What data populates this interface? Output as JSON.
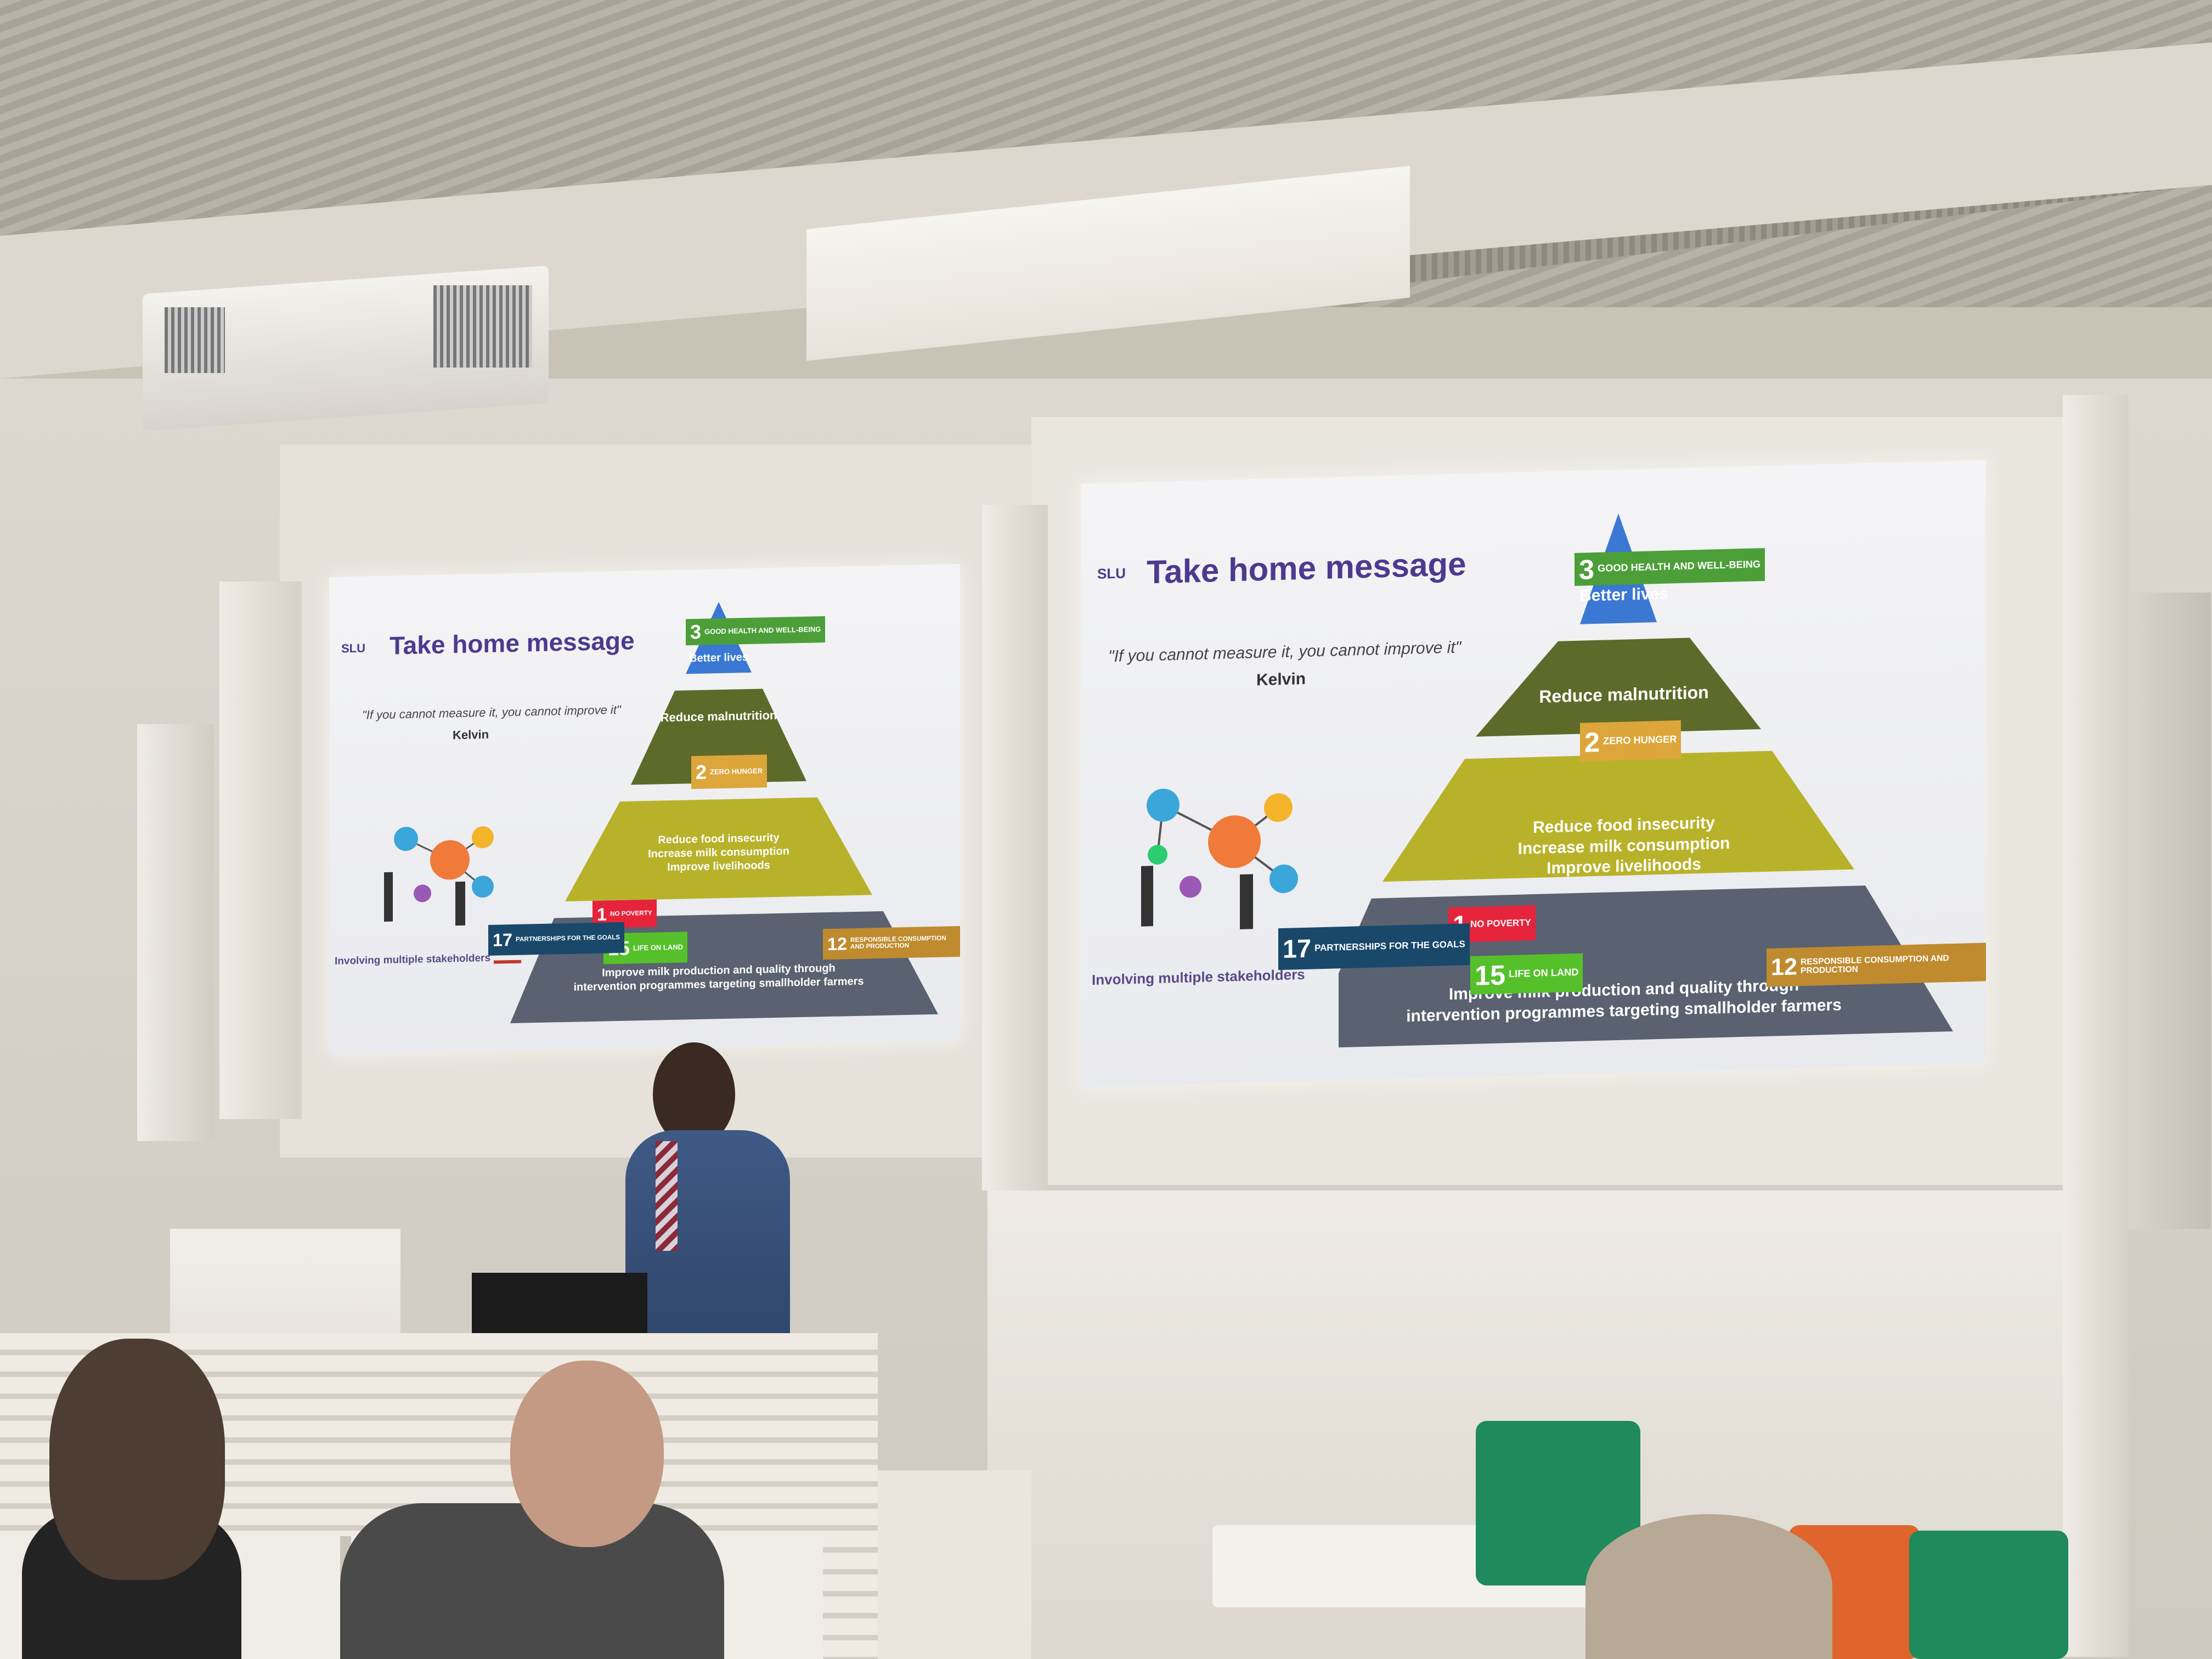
{
  "slide": {
    "title": "Take home message",
    "logo_text": "SLU",
    "quote": "\"If you cannot measure it, you cannot improve it\"",
    "author": "Kelvin",
    "stakeholders": "Involving multiple stakeholders",
    "tiers": {
      "top": "Better lives",
      "second": "Reduce malnutrition",
      "third": [
        "Reduce food insecurity",
        "Increase milk consumption",
        "Improve livelihoods"
      ],
      "base": [
        "Improve milk production and quality through",
        "intervention programmes targeting smallholder farmers"
      ]
    },
    "badges": {
      "sdg3": {
        "num": "3",
        "text": "Good health and well-being",
        "color": "#4c9f38"
      },
      "sdg2": {
        "num": "2",
        "text": "Zero hunger",
        "color": "#dda63a"
      },
      "sdg1": {
        "num": "1",
        "text": "No poverty",
        "color": "#e5243b"
      },
      "sdg15": {
        "num": "15",
        "text": "Life on land",
        "color": "#56c02b"
      },
      "sdg12": {
        "num": "12",
        "text": "Responsible consumption and production",
        "color": "#bf8b2e"
      },
      "sdg17": {
        "num": "17",
        "text": "Partnerships for the goals",
        "color": "#19486a"
      }
    },
    "tier_colors": {
      "top": "#3a78d4",
      "second": "#5d6a2a",
      "third": "#b8b22a",
      "base": "#5a6170"
    }
  }
}
